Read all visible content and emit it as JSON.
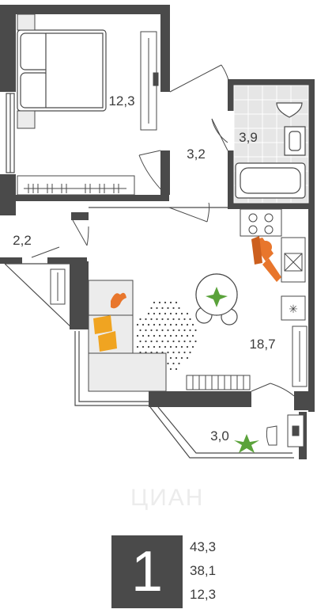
{
  "rooms": [
    {
      "name": "bedroom",
      "area": "12,3"
    },
    {
      "name": "corridor",
      "area": "3,2"
    },
    {
      "name": "bathroom",
      "area": "3,9"
    },
    {
      "name": "hall",
      "area": "2,2"
    },
    {
      "name": "kitchen-living",
      "area": "18,7"
    },
    {
      "name": "balcony",
      "area": "3,0"
    }
  ],
  "summary": {
    "rooms_count": "1",
    "total_area": "43,3",
    "living_area": "38,1",
    "kitchen_area": "12,3"
  },
  "watermark": "ЦИАН",
  "colors": {
    "wall": "#4a4a4a",
    "accent_orange": "#e8762c",
    "accent_yellow": "#f0a421",
    "plant_green": "#5aa23a",
    "furniture_fill": "#ececec",
    "tile_fill": "#e6e6e6"
  }
}
